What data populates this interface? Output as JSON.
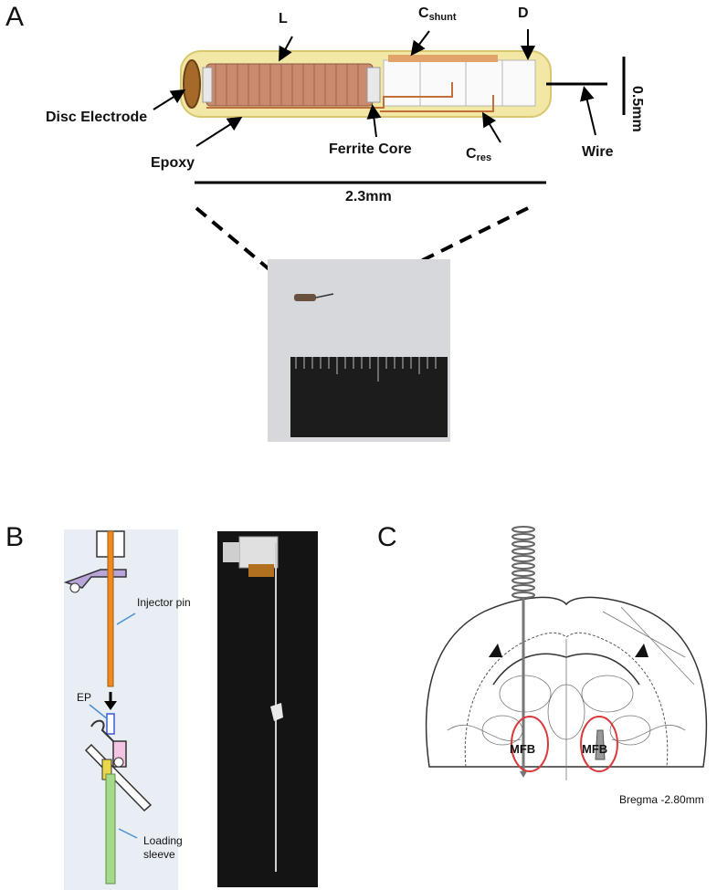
{
  "panels": {
    "a": {
      "letter": "A"
    },
    "b": {
      "letter": "B"
    },
    "c": {
      "letter": "C"
    }
  },
  "panel_a": {
    "labels": {
      "inductor": "L",
      "c_shunt_main": "C",
      "c_shunt_sub": "shunt",
      "diode": "D",
      "diameter": "0.5mm",
      "disc_electrode": "Disc Electrode",
      "epoxy": "Epoxy",
      "ferrite_core": "Ferrite Core",
      "c_res_main": "C",
      "c_res_sub": "res",
      "wire": "Wire",
      "length": "2.3mm"
    }
  },
  "panel_b": {
    "labels": {
      "injector_pin": "Injector pin",
      "ep": "EP",
      "loading_sleeve_1": "Loading",
      "loading_sleeve_2": "sleeve"
    }
  },
  "panel_c": {
    "labels": {
      "mfb_left": "MFB",
      "mfb_right": "MFB",
      "bregma": "Bregma -2.80mm"
    }
  },
  "colors": {
    "epoxy": "#f3e7a6",
    "coil": "#c98a6e",
    "injector_pin": "#f08a1e",
    "loading_sleeve": "#a6d98a",
    "mfb_circle": "#d93a3a"
  }
}
